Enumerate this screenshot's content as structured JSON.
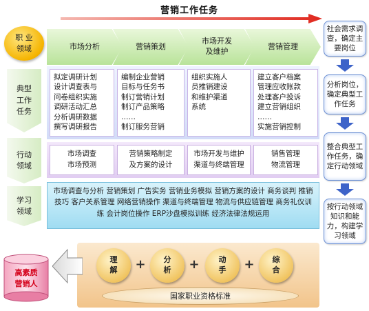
{
  "title": "营销工作任务",
  "row_labels": {
    "zhiye": "职 业\n领域",
    "dianxing": "典型\n工作\n任务",
    "xingdong": "行动\n领域",
    "xuexi": "学习\n领域"
  },
  "chevrons": [
    {
      "label": "市场分析"
    },
    {
      "label": "营销策划"
    },
    {
      "label": "市场开发\n及维护"
    },
    {
      "label": "营销管理"
    }
  ],
  "tasks": [
    {
      "text": "拟定调研计划\n设计调查表与\n问卷组织实施\n调研活动汇总\n分析调研数据\n撰写调研报告"
    },
    {
      "text": "编制企业营销\n目标与任务书\n制订营销计划\n制订产品策略\n……\n制订服务营销"
    },
    {
      "text": "组织实施人\n员推销建设\n和维护渠道\n系统"
    },
    {
      "text": "建立客户档案\n管理应收账款\n处理客户投诉\n建立营销组织\n……\n实施营销控制"
    }
  ],
  "actions": [
    {
      "text": "市场调查\n市场预测"
    },
    {
      "text": "营销策略制定\n及方案的设计"
    },
    {
      "text": "市场开发与维护\n渠道与终端管理"
    },
    {
      "text": "销售管理\n物流管理"
    }
  ],
  "learning": "市场调查与分析 营销策划 广告实务 营销业务模拟 营销方案的设计 商务谈判 推销技巧 客户关系管理 网络营销操作 渠道与终端管理 物流与供应链管理 商务礼仪训练 会计岗位操作 ERP沙盘模拟训练 经济法律法规运用",
  "steps": [
    {
      "text": "社会需求调查，确定主要岗位"
    },
    {
      "text": "分析岗位，确定典型工作任务"
    },
    {
      "text": "整合典型工作任务，确定行动领域"
    },
    {
      "text": "按行动领域知识和能力，构建学习领域"
    }
  ],
  "circles": [
    {
      "text": "理\n解"
    },
    {
      "text": "分\n析"
    },
    {
      "text": "动\n手"
    },
    {
      "text": "综\n合"
    }
  ],
  "plus_sign": "+",
  "certificate": "国家职业资格标准",
  "talent": "高素质\n营销人",
  "colors": {
    "arrow_red": "#e0281e",
    "arrow_blue": "#3d63c9",
    "talent_red": "#d4001a"
  }
}
